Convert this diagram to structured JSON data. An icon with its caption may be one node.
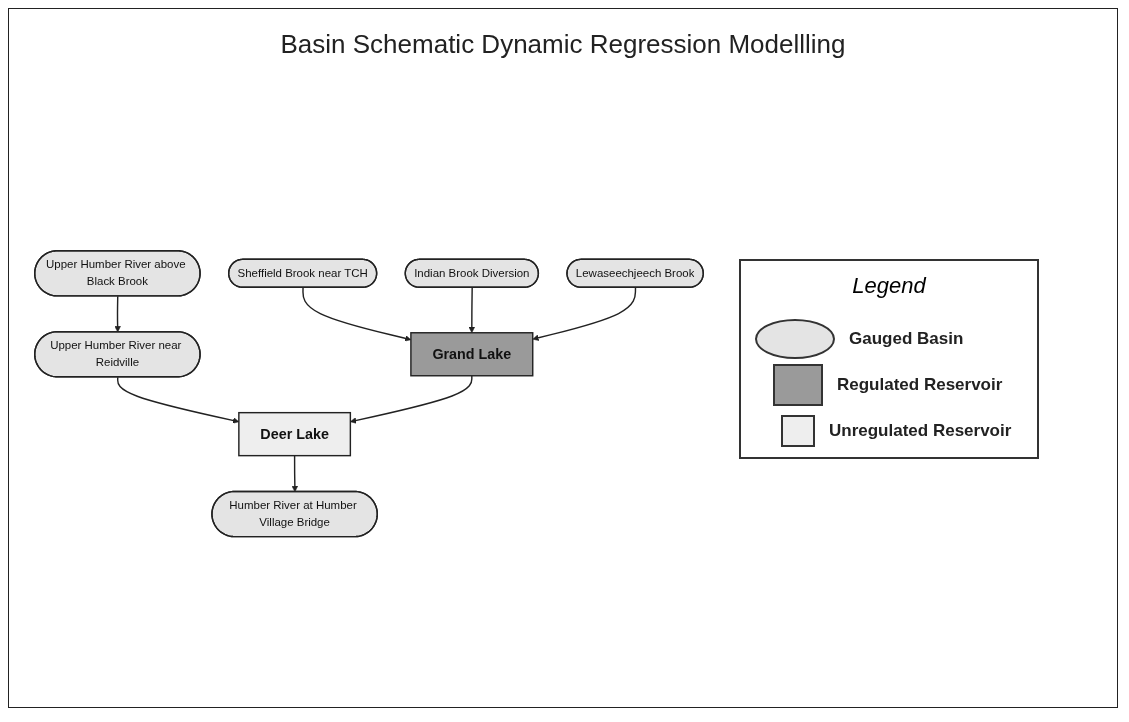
{
  "diagram": {
    "title": "Basin Schematic Dynamic Regression Modellling",
    "nodes": [
      {
        "text": [
          "Upper Humber River above Black Brook"
        ]
      },
      {
        "text": [
          "Upper Humber River near Reidville"
        ]
      },
      {
        "text": [
          "Sheffield Brook near TCH"
        ]
      },
      {
        "text": [
          "Grand Lake"
        ]
      },
      {
        "text": [
          "Indian Brook Diversion"
        ]
      },
      {
        "text": [
          "Deer Lake"
        ]
      },
      {
        "text": [
          "Lewaseechjeech Brook"
        ]
      },
      {
        "text": [
          "Humber River at Humber Village Bridge"
        ]
      }
    ],
    "edges": [
      {
        "from": 0,
        "to": 1,
        "arrow": "to"
      },
      {
        "from": 1,
        "to": 5,
        "arrow": "to"
      },
      {
        "from": 2,
        "to": 3,
        "arrow": "to"
      },
      {
        "from": 4,
        "to": 3,
        "arrow": "to"
      },
      {
        "from": 6,
        "to": 3,
        "arrow": "to"
      },
      {
        "from": 3,
        "to": 5,
        "arrow": "to"
      },
      {
        "from": 5,
        "to": 7,
        "arrow": "to"
      }
    ],
    "labels": [
      "Legend"
    ],
    "legend": [
      {
        "text": "Gauged Basin",
        "color": "#e4e4e4"
      },
      {
        "text": "Regulated Reservoir",
        "color": "#9a9a9a"
      },
      {
        "text": "Unregulated Reservoir",
        "color": "#eeeeee"
      }
    ]
  }
}
